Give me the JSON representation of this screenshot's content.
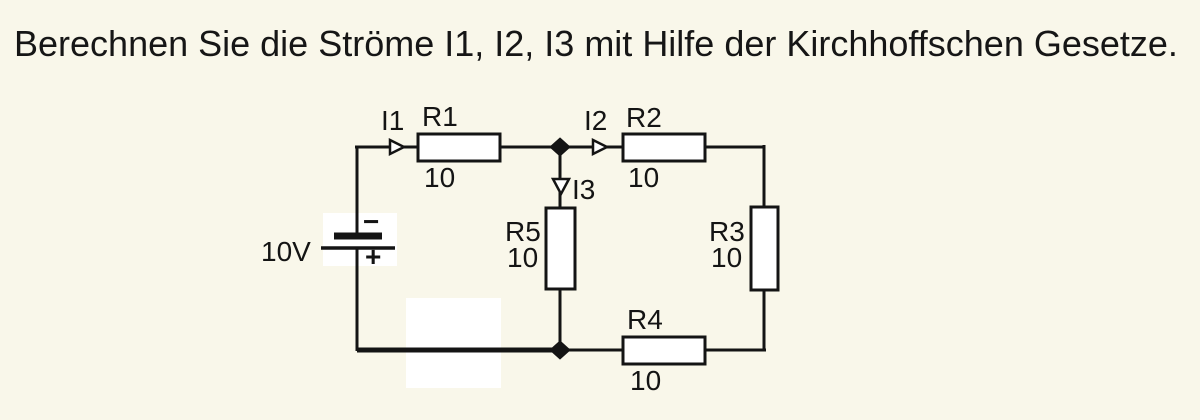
{
  "title": "Berechnen Sie die Ströme I1, I2, I3 mit Hilfe der Kirchhoffschen Gesetze.",
  "source": {
    "label": "10V",
    "minus": "−",
    "plus": "+"
  },
  "currents": {
    "i1": "I1",
    "i2": "I2",
    "i3": "I3"
  },
  "resistors": {
    "r1": {
      "name": "R1",
      "value": "10"
    },
    "r2": {
      "name": "R2",
      "value": "10"
    },
    "r3": {
      "name": "R3",
      "value": "10"
    },
    "r4": {
      "name": "R4",
      "value": "10"
    },
    "r5": {
      "name": "R5",
      "value": "10"
    }
  },
  "colors": {
    "background": "#f9f7ea",
    "line": "#141414",
    "component_fill": "#ffffff"
  }
}
